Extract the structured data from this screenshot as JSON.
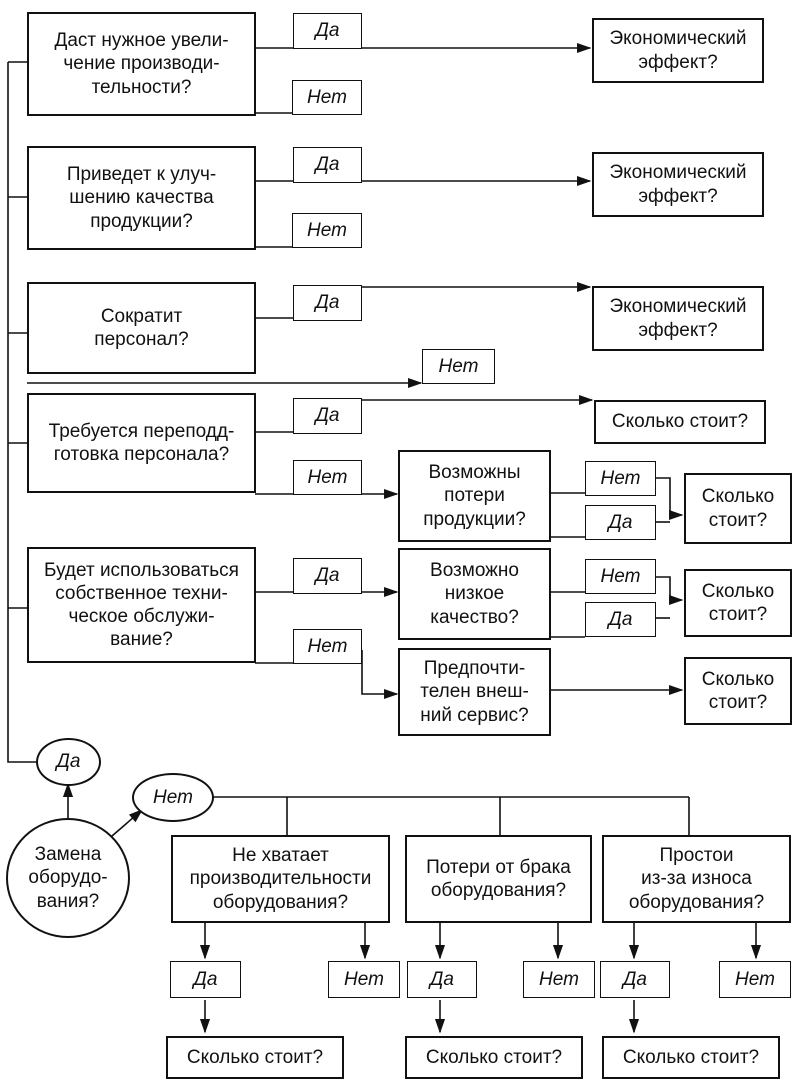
{
  "nodes": {
    "q1": "Даст нужное увели-\nчение производи-\nтельности?",
    "q2": "Приведет к улуч-\nшению качества\nпродукции?",
    "q3": "Сократит\nперсонал?",
    "q4": "Требуется переподд-\nготовка персонала?",
    "q5": "Будет использоваться\nсобственное техни-\nческое обслужи-\nвание?",
    "effect": "Экономический\nэффект?",
    "cost": "Сколько стоит?",
    "cost2": "Сколько\nстоит?",
    "loss": "Возможны\nпотери\nпродукции?",
    "lowq": "Возможно\nнизкое\nкачество?",
    "ext": "Предпочти-\nтелен внеш-\nний сервис?",
    "replace": "Замена\nоборудо-\nвания?",
    "b1": "Не хватает\nпроизводительности\nоборудования?",
    "b2": "Потери от брака\nоборудования?",
    "b3": "Простои\nиз-за износа\nоборудования?"
  },
  "labels": {
    "yes": "Да",
    "no": "Нет"
  }
}
